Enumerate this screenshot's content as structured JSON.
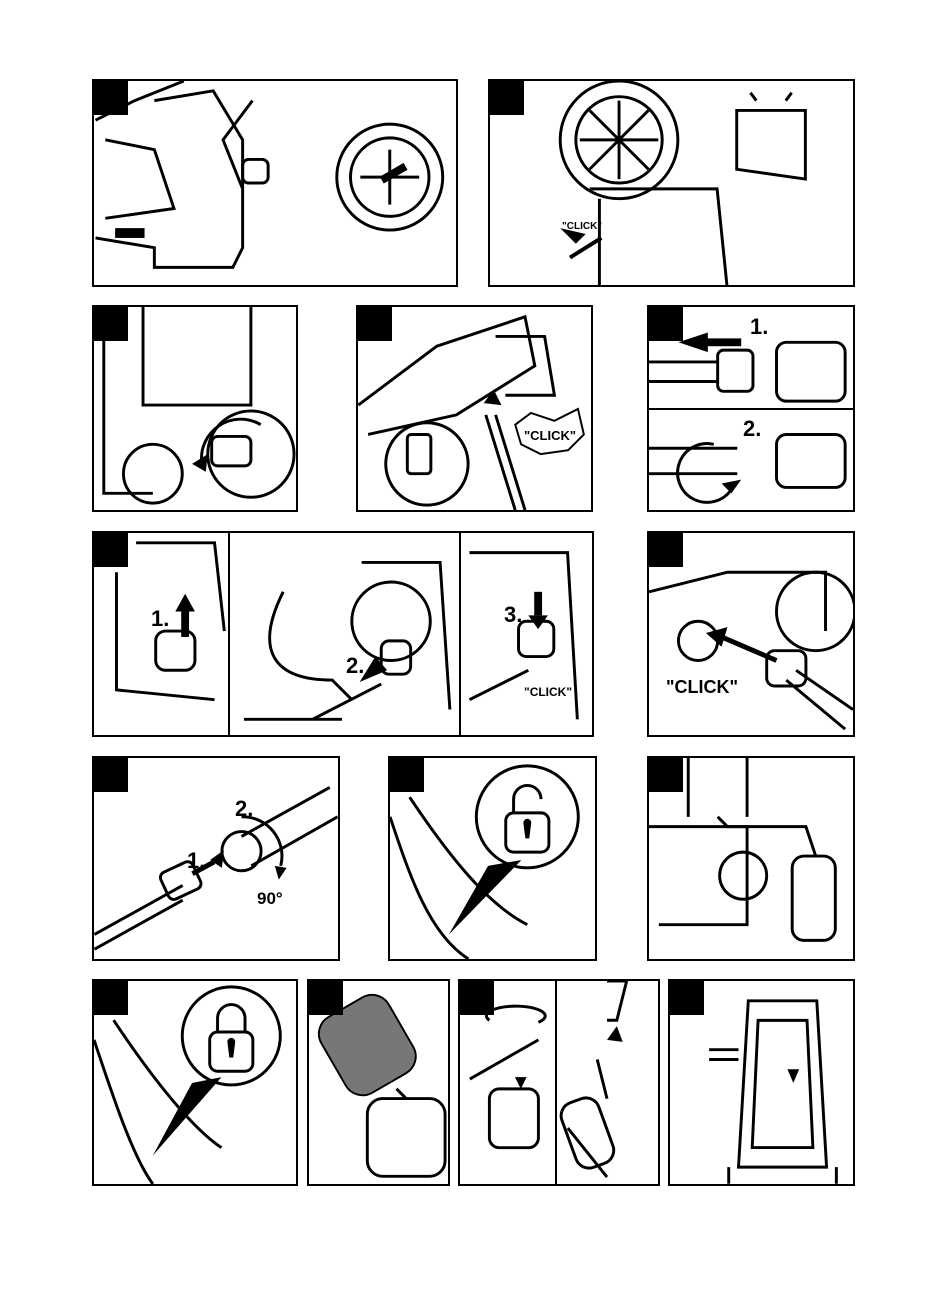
{
  "page": {
    "title": ""
  },
  "panels": {
    "p4": {
      "click": "\"CLICK\""
    },
    "p5": {
      "step1": "1.",
      "step2": "2."
    },
    "p6": {
      "step1": "1.",
      "step2": "2.",
      "step3": "3.",
      "click": "\"CLICK\""
    },
    "p7": {
      "click": "\"CLICK\""
    },
    "p8": {
      "step1": "1.",
      "step2": "2.",
      "angle": "90°"
    },
    "p2": {
      "click": "\"CLICK\""
    }
  },
  "colors": {
    "ink": "#000000",
    "paper": "#ffffff",
    "shade": "#777777"
  }
}
